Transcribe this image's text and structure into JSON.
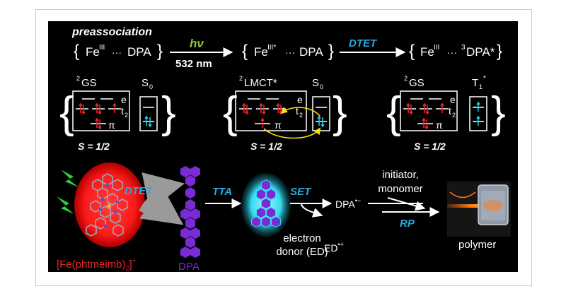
{
  "colors": {
    "background": "#000000",
    "text": "#ffffff",
    "accent_blue": "#2aa8e0",
    "hv_green": "#8cc63f",
    "electron_red": "#e8262b",
    "triplet_cyan": "#29c6d8",
    "dpa_purple": "#7b2bd6",
    "complex_red": "#ff2a2a",
    "bolt_green": "#2ad13a",
    "laser_orange": "#ff6a1a",
    "transfer_yellow": "#ffe000"
  },
  "top": {
    "preassociation": "preassociation",
    "s1_open": "{",
    "s1_fe": "Fe",
    "s1_fe_sup": "III",
    "s1_dots": "···",
    "s1_dpa": "DPA",
    "s1_close": "}",
    "hv": "hν",
    "nm": "532 nm",
    "s2_open": "{",
    "s2_fe": "Fe",
    "s2_fe_sup": "III*",
    "s2_dots": "···",
    "s2_dpa": "DPA",
    "s2_close": "}",
    "dtet": "DTET",
    "s3_open": "{",
    "s3_fe": "Fe",
    "s3_fe_sup": "III",
    "s3_dots": "···",
    "s3_sup": "3",
    "s3_dpa": "DPA*",
    "s3_close": "}"
  },
  "states": [
    {
      "label_sup": "2",
      "label": "GS",
      "orbital_e": "e",
      "orbital_t": "t",
      "orbital_t_sub": "2",
      "orbital_pi": "π",
      "right_label": "S",
      "right_sub": "0",
      "spin": "S = 1/2"
    },
    {
      "label_sup": "2",
      "label": "LMCT*",
      "orbital_e": "e",
      "orbital_t": "t",
      "orbital_t_sub": "2",
      "orbital_pi": "π",
      "right_label": "S",
      "right_sub": "0",
      "spin": "S = 1/2"
    },
    {
      "label_sup": "2",
      "label": "GS",
      "orbital_e": "e",
      "orbital_t": "t",
      "orbital_t_sub": "2",
      "orbital_pi": "π",
      "right_label": "T",
      "right_sub": "1",
      "right_sup": "*",
      "spin": "S = 1/2"
    }
  ],
  "bottom": {
    "dtet": "DTET",
    "tta": "TTA",
    "set": "SET",
    "rp": "RP",
    "complex": "[Fe(phtmeimb)",
    "complex_sub": "2",
    "complex_close": "]",
    "complex_sup": "+",
    "dpa_label": "DPA",
    "dpa_radical": "DPA",
    "dpa_radical_sup": "•−",
    "ed_line1": "electron",
    "ed_line2": "donor (ED)",
    "ed_radical": "ED",
    "ed_radical_sup": "•+",
    "initiator_line1": "initiator,",
    "initiator_line2": "monomer",
    "polymer": "polymer"
  }
}
